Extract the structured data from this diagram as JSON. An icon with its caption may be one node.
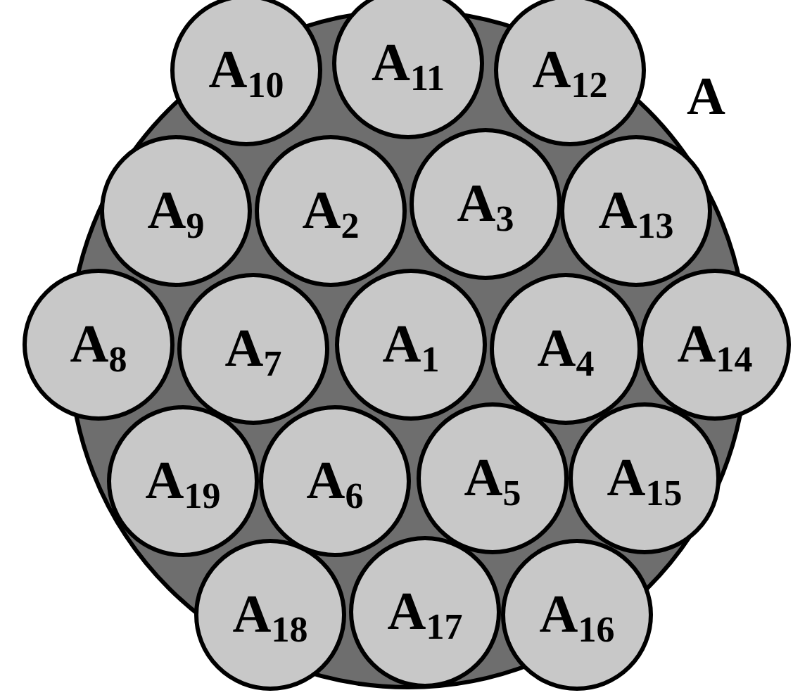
{
  "diagram": {
    "nodes": [
      {
        "text": [
          "A"
        ]
      },
      {
        "text": [
          "A$_{10}$"
        ],
        "in": 0
      },
      {
        "text": [
          "A$_{11}$"
        ],
        "in": 0
      },
      {
        "text": [
          "A$_{12}$"
        ],
        "in": 0
      },
      {
        "text": [
          "A$_{9}$"
        ],
        "in": 0
      },
      {
        "text": [
          "A$_{2}$"
        ],
        "in": 0
      },
      {
        "text": [
          "A$_{3}$"
        ],
        "in": 0
      },
      {
        "text": [
          "A$_{13}$"
        ],
        "in": 0
      },
      {
        "text": [
          "A$_{8}$"
        ],
        "in": 0
      },
      {
        "text": [
          "A$_{7}$"
        ],
        "in": 0
      },
      {
        "text": [
          "A$_{1}$"
        ],
        "in": 0
      },
      {
        "text": [
          "A$_{4}$"
        ],
        "in": 0
      },
      {
        "text": [
          "A$_{14}$"
        ],
        "in": 0
      },
      {
        "text": [
          "A$_{19}$"
        ],
        "in": 0
      },
      {
        "text": [
          "A$_{6}$"
        ],
        "in": 0
      },
      {
        "text": [
          "A$_{5}$"
        ],
        "in": 0
      },
      {
        "text": [
          "A$_{15}$"
        ],
        "in": 0
      },
      {
        "text": [
          "A$_{18}$"
        ],
        "in": 0
      },
      {
        "text": [
          "A$_{17}$"
        ],
        "in": 0
      },
      {
        "text": [
          "A$_{16}$"
        ],
        "in": 0
      }
    ]
  }
}
